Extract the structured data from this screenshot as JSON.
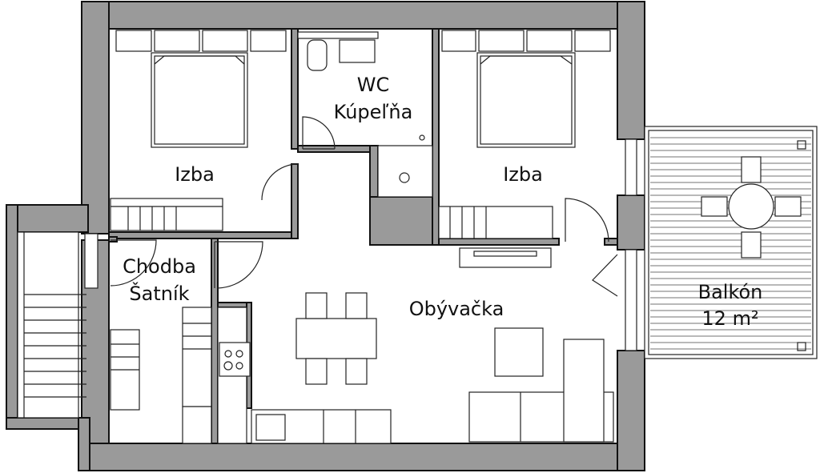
{
  "rooms": {
    "bedroom_left": "Izba",
    "bedroom_right": "Izba",
    "wc": "WC",
    "bathroom": "Kúpeľňa",
    "hall": "Chodba",
    "wardrobe": "Šatník",
    "living": "Obývačka",
    "balcony": "Balkón",
    "balcony_area": "12 m²"
  },
  "colors": {
    "wall": "#9a9a9a",
    "line": "#222222",
    "background": "#ffffff"
  }
}
